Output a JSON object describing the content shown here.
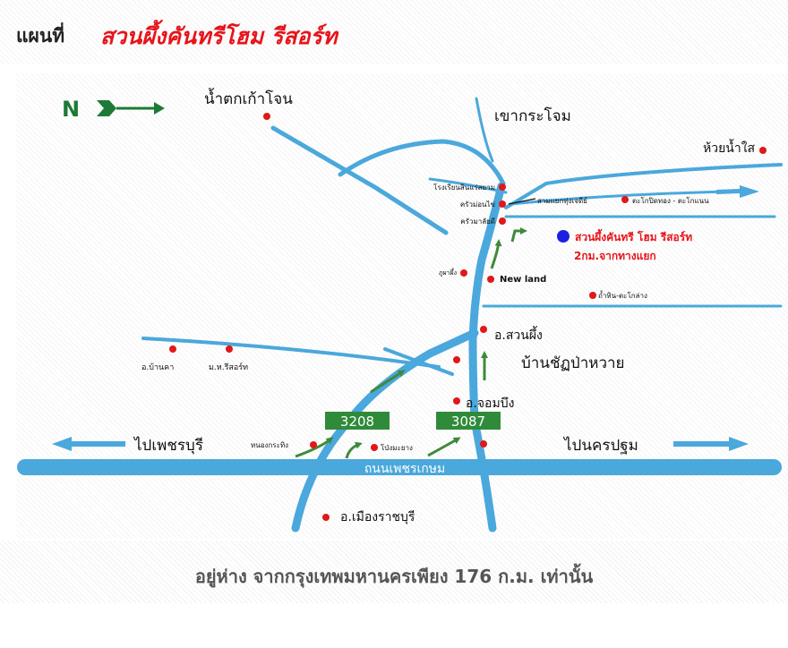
{
  "header": {
    "map_label": "แผนที่",
    "resort_name": "สวนผึ้งคันทรีโฮม รีสอร์ท"
  },
  "map": {
    "compass_letter": "N",
    "places": {
      "waterfall": "น้ำตกเก้าโจน",
      "khao_krachom": "เขากระโจม",
      "huai_nam_sai": "ห้วยน้ำใส",
      "school": "โรงเรียนสินแร่สยาม",
      "rest1": "ครัวม่อนไข่",
      "rest2": "ครัวมาลัยดี",
      "junction": "สามแยกทุ่งเจดีย์",
      "takro": "ตะโกปิดทอง - ตะโกแนน",
      "resort": "สวนผึ้งคันทรี โฮม รีสอร์ท",
      "resort_distance": "2กม.จากทางแยก",
      "phu_pha": "ภูผาผึ้ง",
      "newland": "New land",
      "tham_hin": "ถ้ำหิน-ตะโกล่าง",
      "suan_phueng": "อ.สวนผึ้ง",
      "ban_chat_pa_wai": "บ้านชัฏป่าหวาย",
      "ban_kha": "อ.บ้านคา",
      "mk_resort": "ม.ห.รีสอร์ท",
      "chom_bueng": "อ.จอมบึง",
      "to_phetchaburi": "ไปเพชรบุรี",
      "to_nakhon_pathom": "ไปนครปฐม",
      "nong_kratha": "หนองกระทิง",
      "pong_mai": "โป่งมะยาง",
      "mueang_ratchaburi": "อ.เมืองราชบุรี",
      "highway_name": "ถนนเพชรเกษม",
      "route_3208": "3208",
      "route_3087": "3087"
    },
    "colors": {
      "road": "#4aa8dc",
      "highway": "#4aa8dc",
      "arrow_green": "#3f8a3a",
      "shield_green": "#2f8b3a",
      "dot_red": "#e01818",
      "resort_blue": "#1a22e0",
      "resort_text": "#e8141a"
    }
  },
  "footer": {
    "text": "อยู่ห่าง จากกรุงเทพมหานครเพียง 176 ก.ม. เท่านั้น"
  }
}
